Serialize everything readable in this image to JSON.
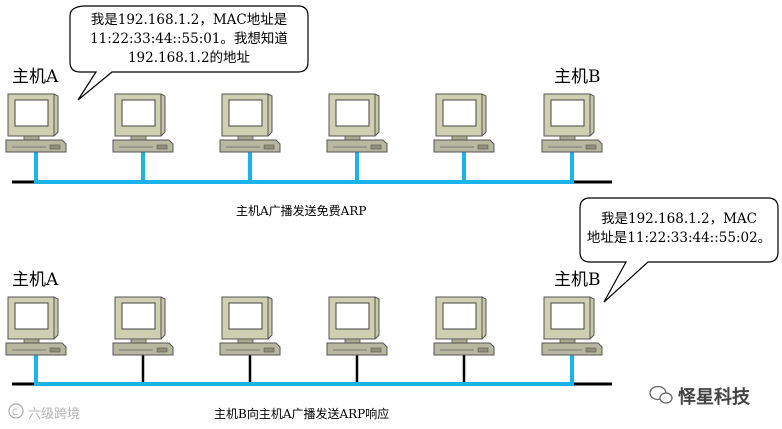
{
  "colors": {
    "network_wire": "#1ab3ec",
    "black_wire": "#000000",
    "monitor_body": "#c8c8a9",
    "monitor_screen": "#ffffff",
    "pc_base": "#b4b4a0"
  },
  "top_scene": {
    "host_a_label": "主机A",
    "host_b_label": "主机B",
    "bubble_lines": [
      "我是192.168.1.2，MAC地址是",
      "11:22:33:44::55:01。我想知道",
      "192.168.1.2的地址"
    ],
    "caption": "主机A广播发送免费ARP"
  },
  "bottom_scene": {
    "host_a_label": "主机A",
    "host_b_label": "主机B",
    "bubble_lines": [
      "我是192.168.1.2，MAC",
      "地址是11:22:33:44::55:02。"
    ],
    "caption": "主机B向主机A广播发送ARP响应"
  },
  "watermarks": {
    "left_text": "六级跨境",
    "right_text": "怿星科技"
  }
}
